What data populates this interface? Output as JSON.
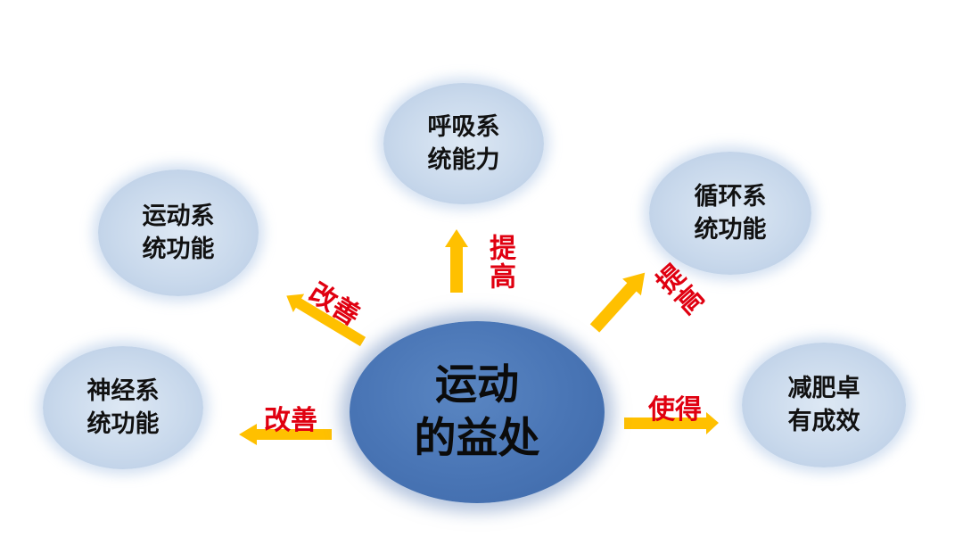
{
  "center": {
    "label": "运动\n的益处"
  },
  "nodes": {
    "respiratory": {
      "label": "呼吸系\n统能力"
    },
    "circulatory": {
      "label": "循环系\n统功能"
    },
    "locomotor": {
      "label": "运动系\n统功能"
    },
    "nervous": {
      "label": "神经系\n统功能"
    },
    "weight_loss": {
      "label": "减肥卓\n有成效"
    }
  },
  "edges": {
    "to_respiratory": {
      "label": "提高"
    },
    "to_circulatory": {
      "label": "提高"
    },
    "to_locomotor": {
      "label": "改善"
    },
    "to_nervous": {
      "label": "改善"
    },
    "to_weight_loss": {
      "label": "使得"
    }
  },
  "colors": {
    "arrow": "#ffc000",
    "arrow_label": "#e00010",
    "center_fill": "#4a76b6",
    "node_fill": "#c9d9ec"
  }
}
